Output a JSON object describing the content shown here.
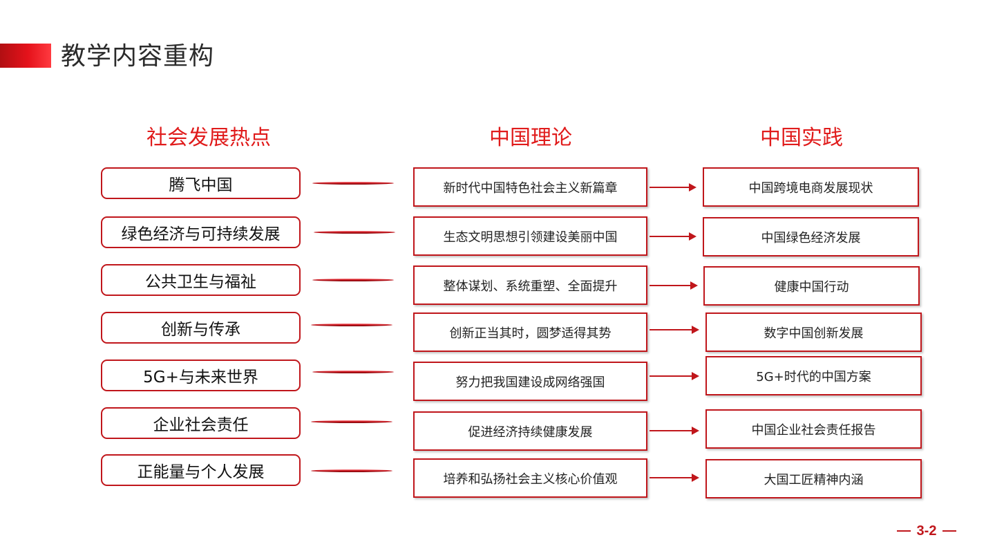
{
  "slide": {
    "title": "教学内容重构",
    "page_number": "3-2"
  },
  "columns": {
    "left_heading": "社会发展热点",
    "middle_heading": "中国理论",
    "right_heading": "中国实践"
  },
  "rows": [
    {
      "hot": "腾飞中国",
      "theory": "新时代中国特色社会主义新篇章",
      "practice": "中国跨境电商发展现状"
    },
    {
      "hot": "绿色经济与可持续发展",
      "theory": "生态文明思想引领建设美丽中国",
      "practice": "中国绿色经济发展"
    },
    {
      "hot": "公共卫生与福祉",
      "theory": "整体谋划、系统重塑、全面提升",
      "practice": "健康中国行动"
    },
    {
      "hot": "创新与传承",
      "theory": "创新正当其时，圆梦适得其势",
      "practice": "数字中国创新发展"
    },
    {
      "hot": "5G+与未来世界",
      "theory": "努力把我国建设成网络强国",
      "practice": "5G+时代的中国方案"
    },
    {
      "hot": "企业社会责任",
      "theory": "促进经济持续健康发展",
      "practice": "中国企业社会责任报告"
    },
    {
      "hot": "正能量与个人发展",
      "theory": "培养和弘扬社会主义核心价值观",
      "practice": "大国工匠精神内涵"
    }
  ],
  "colors": {
    "accent": "#e01b1b",
    "border": "#c0161b"
  }
}
